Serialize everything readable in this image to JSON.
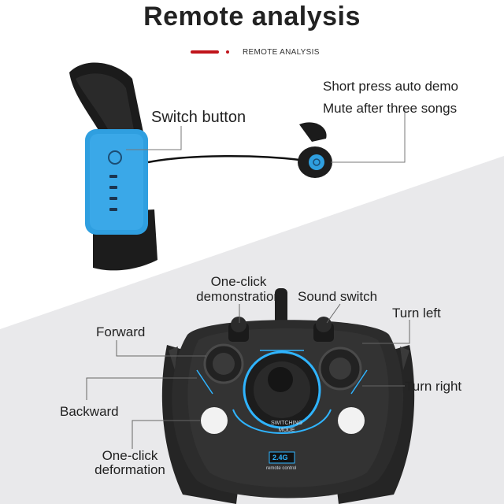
{
  "header": {
    "title": "Remote analysis",
    "subtitle": "REMOTE ANALYSIS"
  },
  "wristband": {
    "switch_button_label": "Switch button",
    "auto_demo_label": "Short press auto demo",
    "mute_label": "Mute after three songs"
  },
  "controller": {
    "one_click_demo_line1": "One-click",
    "one_click_demo_line2": "demonstration",
    "sound_switch_label": "Sound switch",
    "turn_left_label": "Turn left",
    "forward_label": "Forward",
    "turn_right_label": "Turn right",
    "backward_label": "Backward",
    "one_click_deform_line1": "One-click",
    "one_click_deform_line2": "deformation",
    "center_button_text_line1": "SWITCHING",
    "center_button_text_line2": "MODE",
    "badge_text": "2.4G",
    "badge_sub": "remote control"
  },
  "colors": {
    "accent_red": "#c0141b",
    "band_blue": "#2f9fe0",
    "glow_blue": "#2fb4ff"
  }
}
